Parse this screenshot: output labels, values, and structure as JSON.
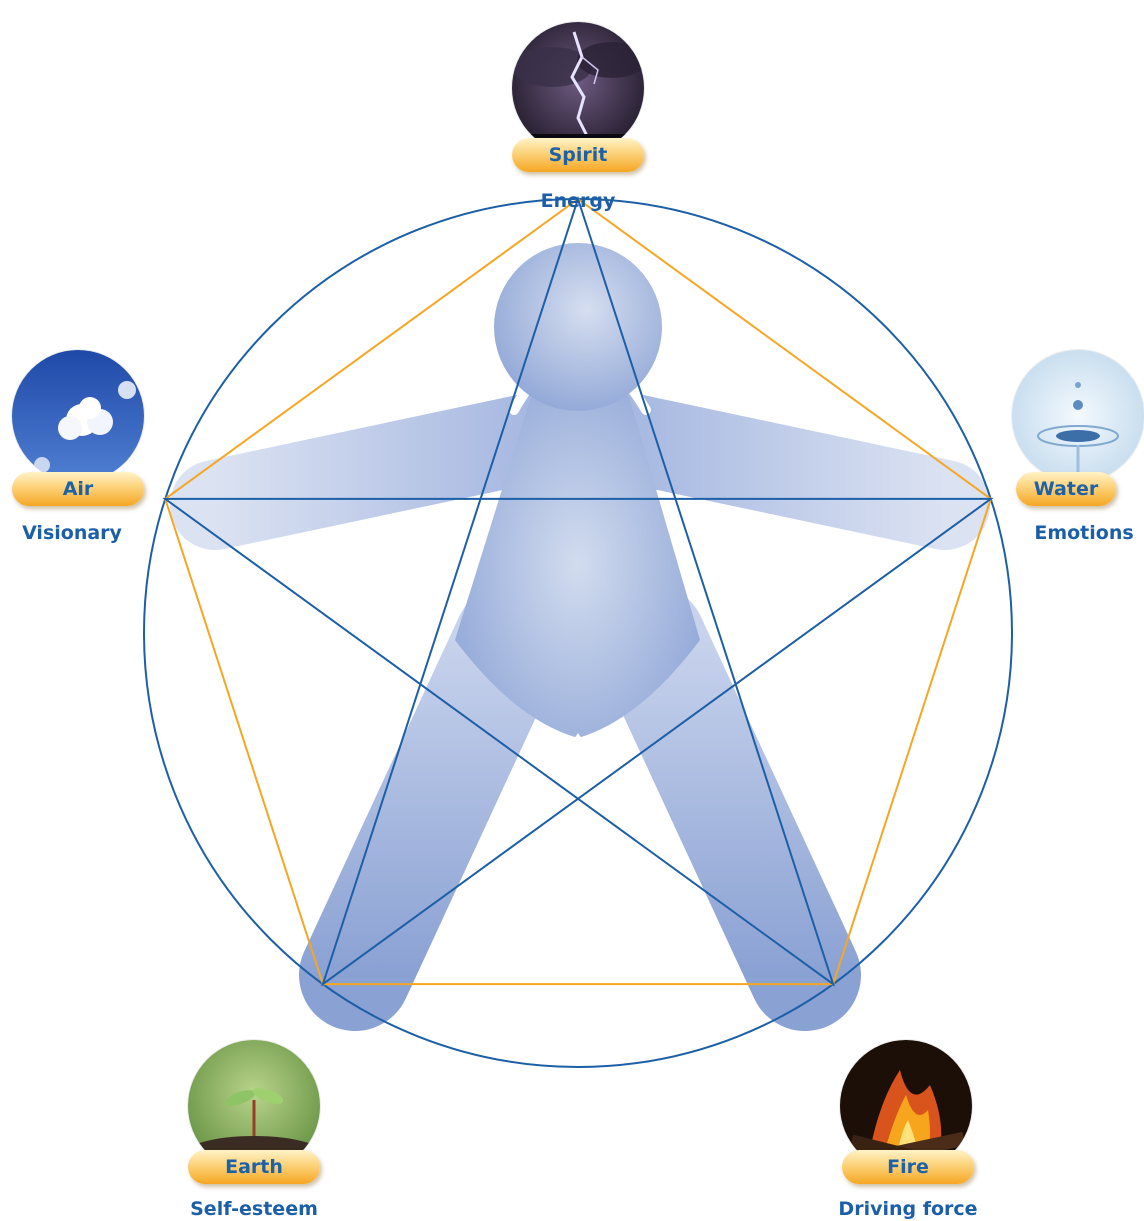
{
  "elements": [
    {
      "key": "spirit",
      "label": "Spirit",
      "quality": "Energy",
      "icon": "lightning-storm-photo"
    },
    {
      "key": "water",
      "label": "Water",
      "quality": "Emotions",
      "icon": "water-drop-photo"
    },
    {
      "key": "fire",
      "label": "Fire",
      "quality": "Driving force",
      "icon": "campfire-photo"
    },
    {
      "key": "earth",
      "label": "Earth",
      "quality": "Self-esteem",
      "icon": "seedling-photo"
    },
    {
      "key": "air",
      "label": "Air",
      "quality": "Visionary",
      "icon": "cloud-sky-photo"
    }
  ],
  "colors": {
    "circle": "#1d5fa6",
    "star": "#1d5fa6",
    "pentagon": "#f5a623",
    "figure": "#8fa6d6",
    "label_text": "#1d5fa6",
    "pill": "#f8c15a"
  }
}
